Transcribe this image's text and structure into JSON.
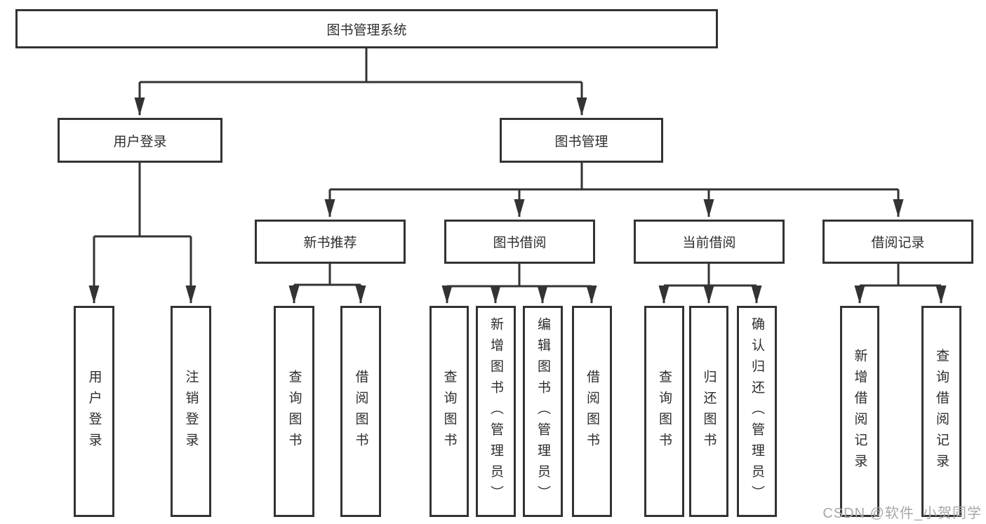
{
  "diagram": {
    "type": "hierarchy-tree",
    "colors": {
      "line": "#333333",
      "box_border": "#333333",
      "box_background": "#ffffff",
      "text": "#2d2d2d",
      "watermark_text": "#a8a8a8"
    },
    "nodes": {
      "root": {
        "label": "图书管理系统"
      },
      "user_login": {
        "label": "用户登录"
      },
      "book_mgmt": {
        "label": "图书管理"
      },
      "new_book_rec": {
        "label": "新书推荐"
      },
      "book_borrow": {
        "label": "图书借阅"
      },
      "current_borrow": {
        "label": "当前借阅"
      },
      "borrow_record": {
        "label": "借阅记录"
      },
      "leaf_user_login": {
        "label": "用户登录"
      },
      "leaf_logout": {
        "label": "注销登录"
      },
      "rec_query_book": {
        "label": "查询图书"
      },
      "rec_borrow_book": {
        "label": "借阅图书"
      },
      "bb_query_book": {
        "label": "查询图书"
      },
      "bb_add_book": {
        "label": "新增图书（管理员）"
      },
      "bb_edit_book": {
        "label": "编辑图书（管理员）"
      },
      "bb_borrow_book": {
        "label": "借阅图书"
      },
      "cb_query_book": {
        "label": "查询图书"
      },
      "cb_return_book": {
        "label": "归还图书"
      },
      "cb_confirm_return": {
        "label": "确认归还（管理员）"
      },
      "br_add_record": {
        "label": "新增借阅记录"
      },
      "br_query_record": {
        "label": "查询借阅记录"
      }
    },
    "watermark": {
      "text": "CSDN @软件_小贺同学"
    }
  }
}
